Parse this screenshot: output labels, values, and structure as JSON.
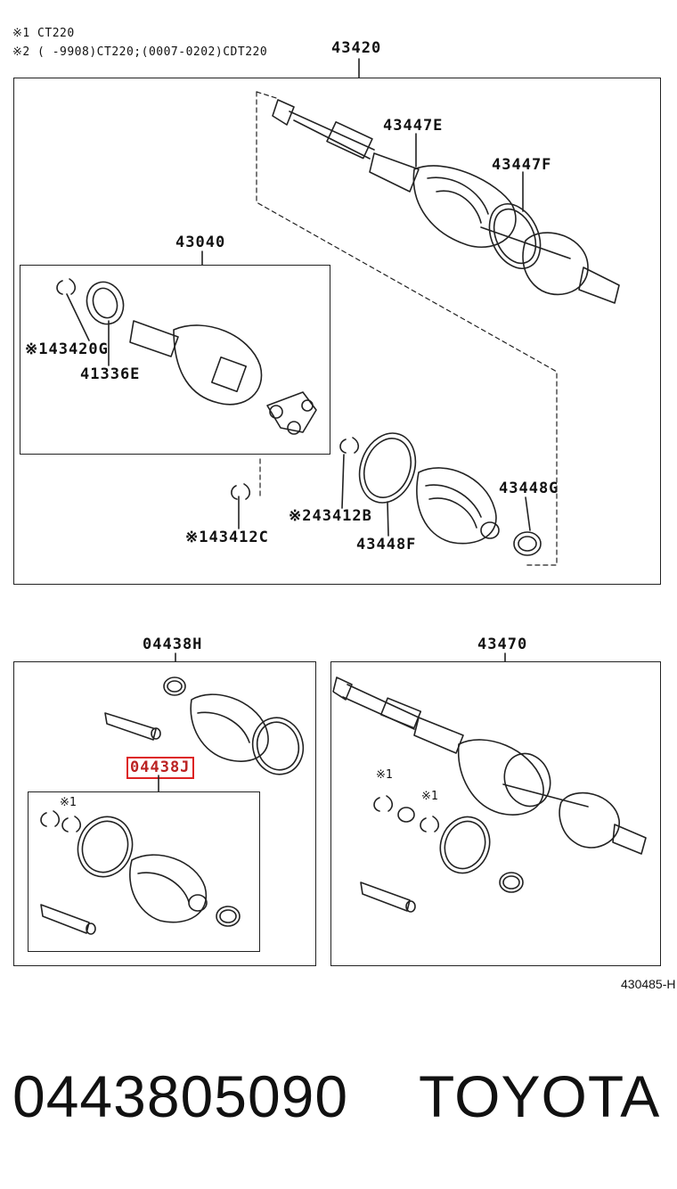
{
  "notes": [
    "※1 CT220",
    "※2 (     -9908)CT220;(0007-0202)CDT220"
  ],
  "top": {
    "title": "43420",
    "parts": {
      "p43447E": "43447E",
      "p43447F": "43447F",
      "p43040": "43040",
      "p43420G": "※143420G",
      "p41336E": "41336E",
      "p43412B": "※243412B",
      "p43448F": "43448F",
      "p43448G": "43448G",
      "p43412C": "※143412C"
    }
  },
  "left": {
    "title": "04438H",
    "highlight": "04438J",
    "marks": [
      "※1"
    ]
  },
  "right": {
    "title": "43470",
    "marks": [
      "※1",
      "※1"
    ]
  },
  "ref_code": "430485-H",
  "footer": {
    "part_number": "0443805090",
    "brand": "TOYOTA"
  },
  "colors": {
    "highlight": "#dd2222",
    "line": "#222222"
  }
}
